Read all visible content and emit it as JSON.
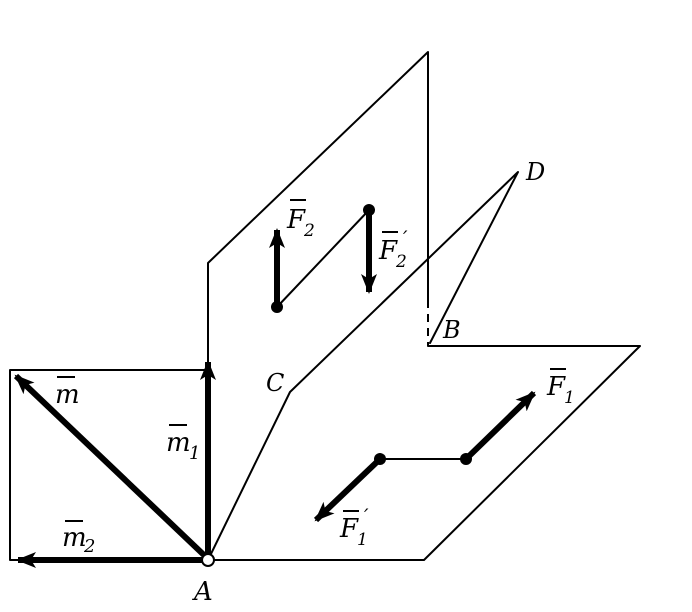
{
  "labels": {
    "m": "m",
    "m1": "m",
    "m1_sub": "1",
    "m2": "m",
    "m2_sub": "2",
    "A": "A",
    "B": "B",
    "C": "C",
    "D": "D",
    "F1": "F",
    "F1_sub": "1",
    "F1p": "F",
    "F1p_sub": "1",
    "F1p_prime": "′",
    "F2": "F",
    "F2_sub": "2",
    "F2p": "F",
    "F2p_sub": "2",
    "F2p_prime": "′"
  },
  "colors": {
    "ink": "#000000",
    "paper": "#ffffff"
  }
}
